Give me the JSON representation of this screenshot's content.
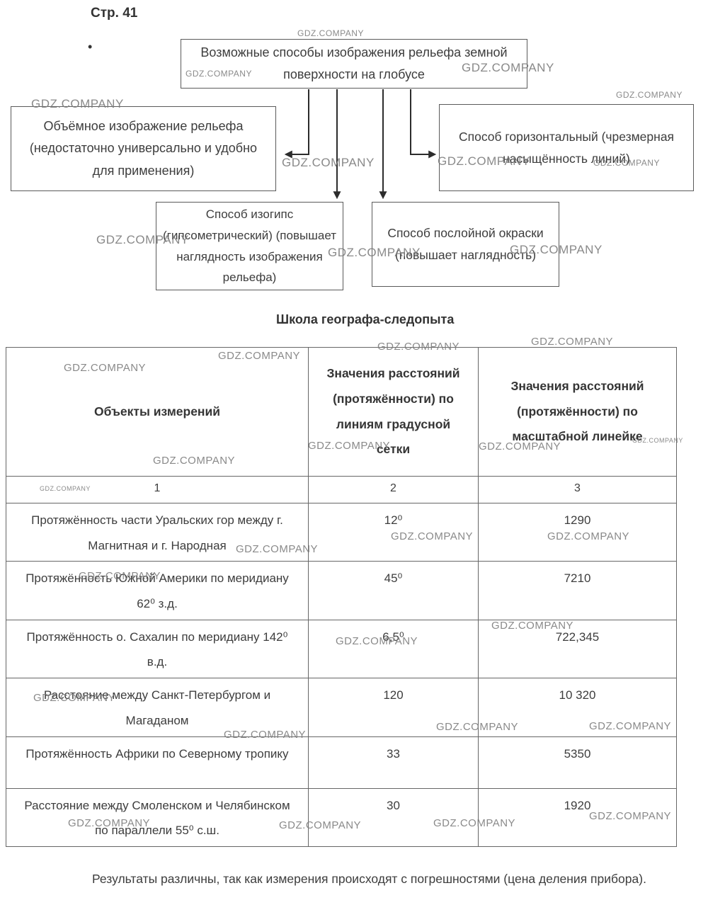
{
  "page_label": "Стр. 41",
  "bullet": "•",
  "watermark": {
    "text": "GDZ.COMPANY"
  },
  "flowchart": {
    "top": "Возможные способы изображения рельефа земной поверхности на глобусе",
    "left": "Объёмное изображение рельефа (недостаточно универсально и удобно для применения)",
    "right": "Способ горизонтальный (чрезмерная насыщённость линий)",
    "bottom_left": "Способ изогипс (гипсометрический) (повышает наглядность изображения рельефа)",
    "bottom_right": "Способ послойной окраски (повышает наглядность)"
  },
  "section_title": "Школа географа-следопыта",
  "table": {
    "headers": [
      "Объекты измерений",
      "Значения расстояний (протяжённости) по линиям градусной сетки",
      "Значения расстояний (протяжённости) по масштабной линейке"
    ],
    "column_numbers": [
      "1",
      "2",
      "3"
    ],
    "rows": [
      {
        "object": "Протяжённость части Уральских гор между г. Магнитная и г. Народная",
        "grid": "12⁰",
        "ruler": "1290"
      },
      {
        "object": "Протяжённость Южной Америки по меридиану 62⁰ з.д.",
        "grid": "45⁰",
        "ruler": "7210"
      },
      {
        "object": "Протяжённость о. Сахалин по меридиану 142⁰ в.д.",
        "grid": "6,5⁰",
        "ruler": "722,345"
      },
      {
        "object": "Расстояние между Санкт-Петербургом и Магаданом",
        "grid": "120",
        "ruler": "10 320"
      },
      {
        "object": "Протяжённость Африки по Северному тропику",
        "grid": "33",
        "ruler": "5350"
      },
      {
        "object": "Расстояние между Смоленском и Челябинском по параллели 55⁰ с.ш.",
        "grid": "30",
        "ruler": "1920"
      }
    ]
  },
  "note": "Результаты различны, так как измерения происходят с погрешностями (цена деления прибора)."
}
